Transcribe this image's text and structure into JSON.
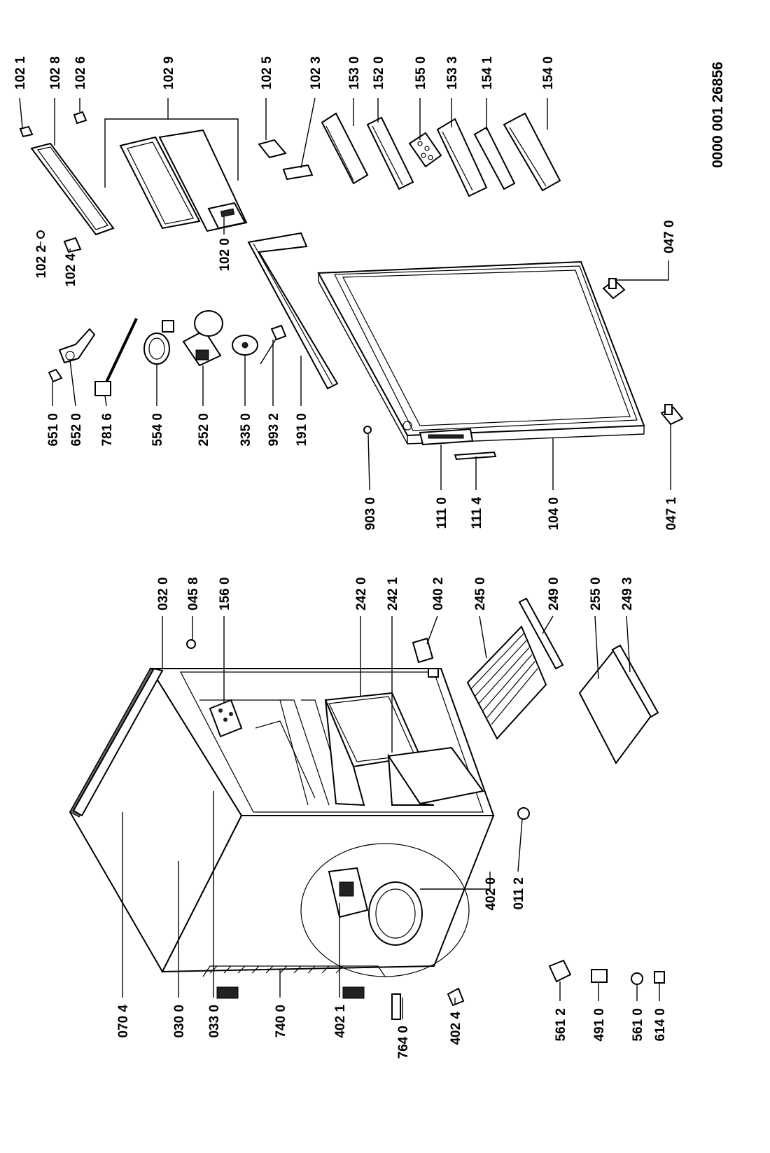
{
  "diagram": {
    "code": "0000 001 26856",
    "labels": [
      "102 1",
      "102 8",
      "102 6",
      "102 9",
      "102 5",
      "102 3",
      "153 0",
      "152 0",
      "155 0",
      "153 3",
      "154 1",
      "154 0",
      "102 2",
      "102 4",
      "102 0",
      "047 0",
      "651 0",
      "652 0",
      "781 6",
      "554 0",
      "252 0",
      "335 0",
      "993 2",
      "191 0",
      "903 0",
      "111 0",
      "111 4",
      "104 0",
      "047 1",
      "032 0",
      "045 8",
      "156 0",
      "242 0",
      "242 1",
      "040 2",
      "245 0",
      "249 0",
      "255 0",
      "249 3",
      "070 4",
      "030 0",
      "033 0",
      "740 0",
      "402 1",
      "764 0",
      "402 4",
      "402 0",
      "011 2",
      "561 2",
      "491 0",
      "561 0",
      "614 0"
    ]
  }
}
